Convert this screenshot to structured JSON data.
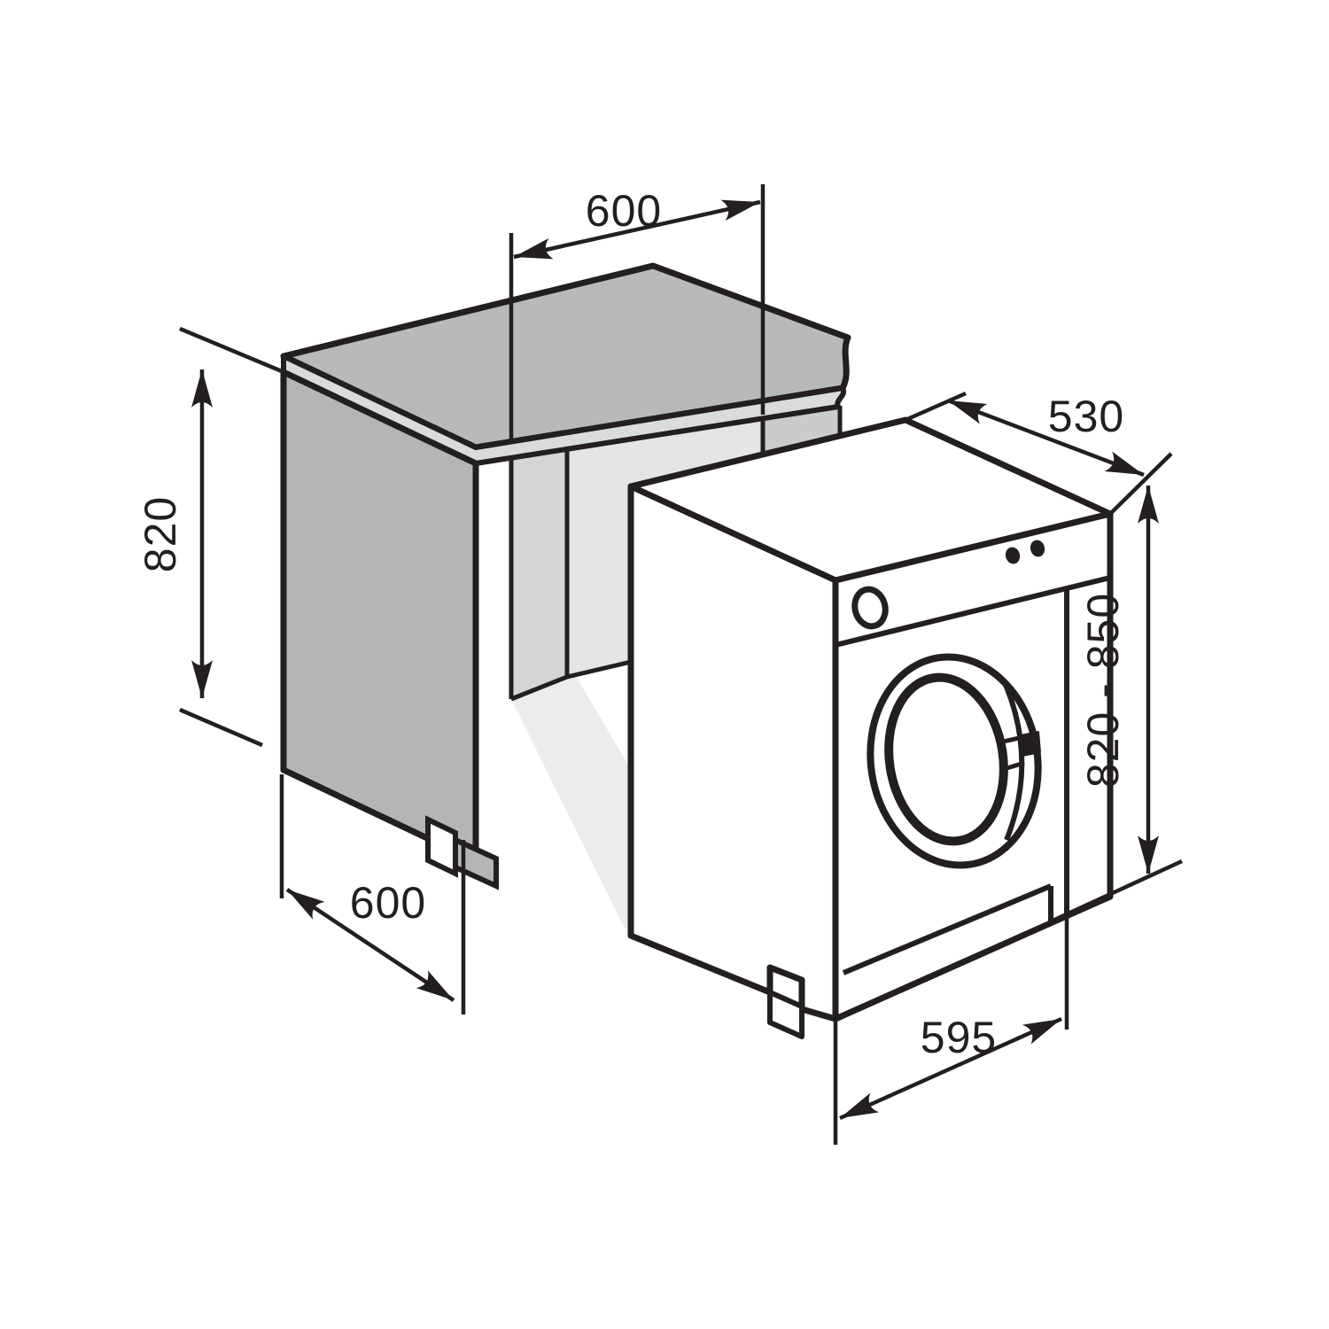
{
  "diagram": {
    "kind": "installation-dimension-drawing",
    "subject": "built-in-washing-machine-in-cabinet-niche",
    "dimensions": {
      "niche_width_top": "600",
      "niche_height_left": "820",
      "cabinet_depth_bottom": "600",
      "machine_depth_top": "530",
      "machine_height_right": "820 - 850",
      "machine_width_bottom": "595"
    },
    "colors": {
      "line": "#231f20",
      "countertop_top": "#b7b9bb",
      "cabinet_side_panel": "#b3b5b7",
      "countertop_edge_band": "#dadbdc",
      "niche_wall_left": "#d4d5d7",
      "niche_wall_back": "#e4e5e6",
      "niche_wall_right": "#c9cbcd",
      "floor_shadow": "#ececee",
      "machine_body": "#ffffff",
      "background": "#ffffff"
    }
  }
}
